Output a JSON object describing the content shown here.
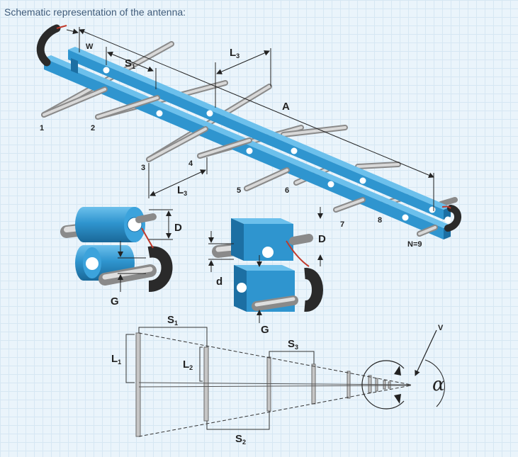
{
  "caption": "Schematic representation of the antenna:",
  "labels": {
    "w": "W",
    "s1": "S",
    "s1_sub": "1",
    "l3": "L",
    "l3_sub": "3",
    "a": "A",
    "d_upper": "D",
    "d_lower": "d",
    "g": "G",
    "n": "N=9",
    "l1": "L",
    "l1_sub": "1",
    "l2": "L",
    "l2_sub": "2",
    "s2": "S",
    "s2_sub": "2",
    "s3": "S",
    "s3_sub": "3",
    "v": "V",
    "alpha": "α"
  },
  "element_numbers": [
    "1",
    "2",
    "3",
    "4",
    "5",
    "6",
    "7",
    "8"
  ],
  "colors": {
    "boom": "#2f95cf",
    "boom_dark": "#1c6fa3",
    "boom_top": "#6cc0ec",
    "rod": "#c9c9c9",
    "rod_dark": "#8a8a8a",
    "cable": "#2a2a2a",
    "wire": "#c0392b",
    "line": "#222222"
  }
}
